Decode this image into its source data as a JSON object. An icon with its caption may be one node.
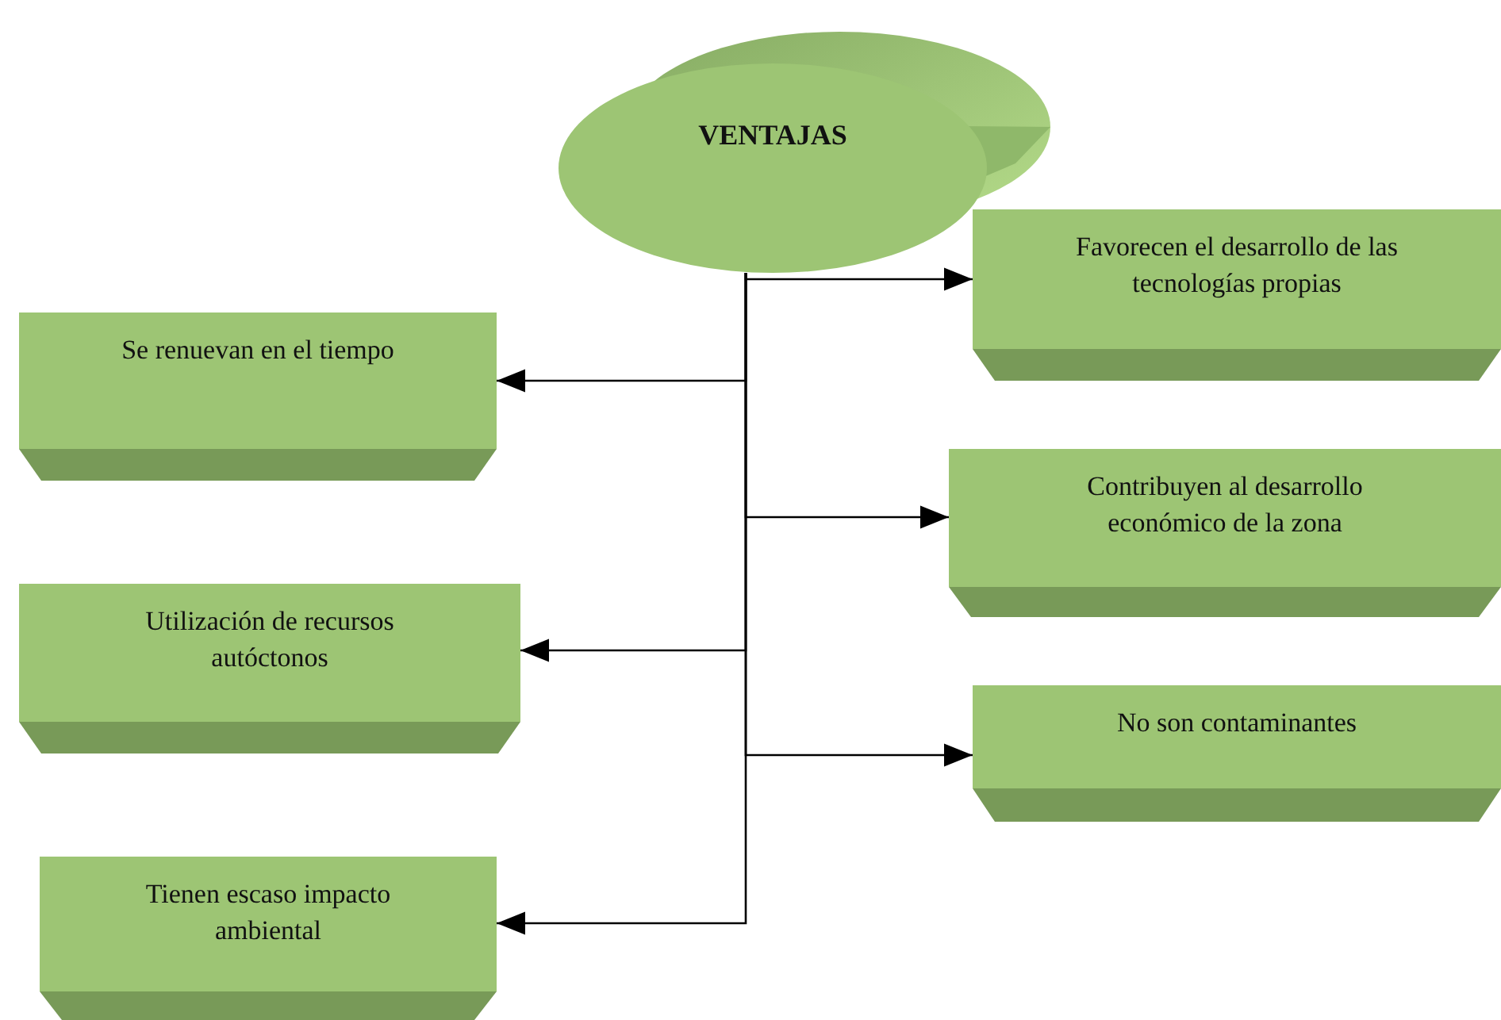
{
  "diagram": {
    "nodes": [
      {
        "text": [
          "VENTAJAS"
        ]
      },
      {
        "text": [
          "Favorecen el desarrollo de las tecnologías propias"
        ]
      },
      {
        "text": [
          "Se renuevan en el tiempo"
        ]
      },
      {
        "text": [
          "Contribuyen al desarrollo económico de la zona"
        ]
      },
      {
        "text": [
          "Utilización de recursos autóctonos"
        ]
      },
      {
        "text": [
          "No son contaminantes"
        ]
      },
      {
        "text": [
          "Tienen escaso impacto ambiental"
        ]
      }
    ],
    "edges": [
      {
        "from": 0,
        "to": 1,
        "arrow": "to"
      },
      {
        "from": 0,
        "to": 2,
        "arrow": "to"
      },
      {
        "from": 0,
        "to": 3,
        "arrow": "to"
      },
      {
        "from": 0,
        "to": 4,
        "arrow": "to"
      },
      {
        "from": 0,
        "to": 5,
        "arrow": "to"
      },
      {
        "from": 0,
        "to": 6,
        "arrow": "to"
      }
    ]
  }
}
